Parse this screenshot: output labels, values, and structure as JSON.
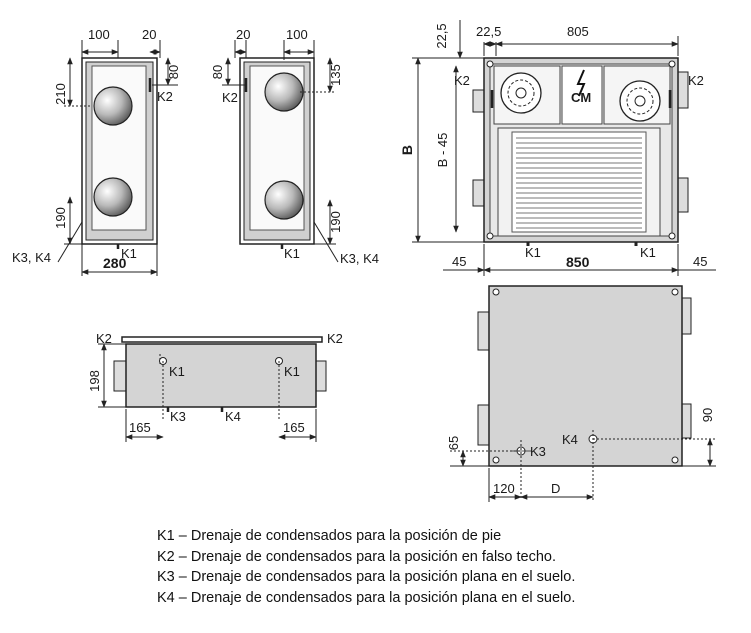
{
  "views": {
    "side_left": {
      "dims": [
        "100",
        "20",
        "210",
        "80",
        "190",
        "280"
      ],
      "labels": [
        "K2",
        "K1",
        "K3, K4"
      ]
    },
    "side_right": {
      "dims": [
        "20",
        "100",
        "80",
        "135",
        "190"
      ],
      "labels": [
        "K2",
        "K1",
        "K3, K4"
      ]
    },
    "front": {
      "dims": [
        "22,5",
        "805",
        "B",
        "B - 45",
        "45",
        "850",
        "45"
      ],
      "labels": [
        "K2",
        "K2",
        "K1",
        "K1"
      ],
      "motor_label": "CM"
    },
    "top_flat": {
      "dims": [
        "198",
        "165",
        "165"
      ],
      "labels": [
        "K2",
        "K2",
        "K1",
        "K1",
        "K3",
        "K4"
      ]
    },
    "bottom": {
      "dims": [
        "90",
        "65",
        "120",
        "D"
      ],
      "labels": [
        "K4",
        "K3"
      ]
    }
  },
  "legend": [
    "K1 – Drenaje de condensados para la posición de pie",
    "K2 – Drenaje de condensados para la posición en falso techo.",
    "K3 – Drenaje de condensados para la posición plana en el suelo.",
    "K4 – Drenaje de condensados para la posición plana en el suelo."
  ]
}
